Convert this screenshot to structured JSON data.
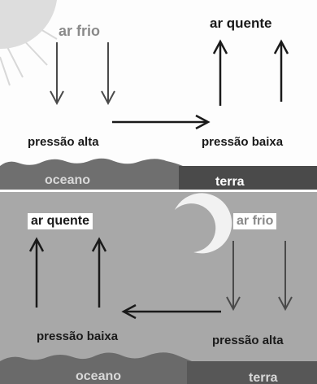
{
  "day": {
    "cold_air": "ar frio",
    "warm_air": "ar quente",
    "high_pressure": "pressão alta",
    "low_pressure": "pressão baixa",
    "ocean": "oceano",
    "land": "terra"
  },
  "night": {
    "warm_air": "ar quente",
    "cold_air": "ar frio",
    "low_pressure": "pressão baixa",
    "high_pressure": "pressão alta",
    "ocean": "oceano",
    "land": "terra"
  }
}
